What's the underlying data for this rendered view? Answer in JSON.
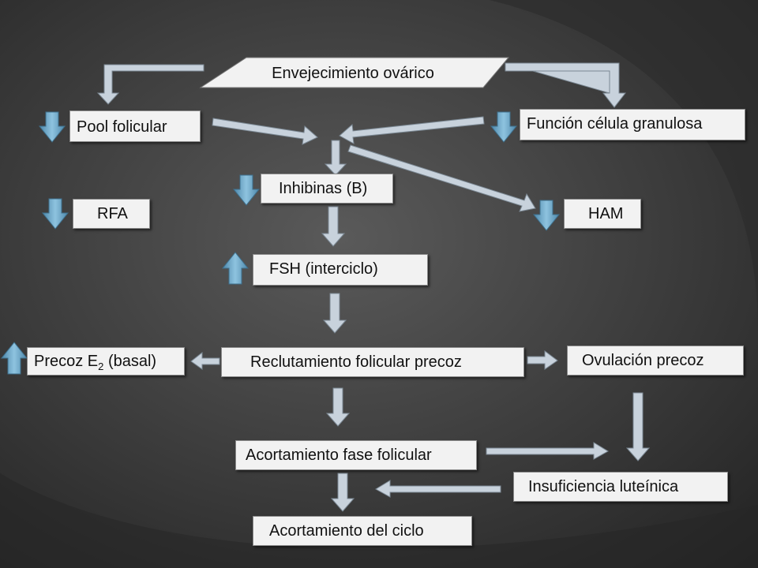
{
  "nodes": {
    "envejecimiento": "Envejecimiento ovárico",
    "pool": "Pool folicular",
    "granulosa": "Función célula granulosa",
    "inhibinas": "Inhibinas (B)",
    "rfa": "RFA",
    "ham": "HAM",
    "fsh": "FSH (interciclo)",
    "precoz_e2_main": "Precoz E",
    "precoz_e2_sub": "2",
    "precoz_e2_tail": " (basal)",
    "reclutamiento": "Reclutamiento folicular precoz",
    "ovulacion": "Ovulación precoz",
    "acortamiento_fase": "Acortamiento fase folicular",
    "insuficiencia": "Insuficiencia luteínica",
    "acortamiento_ciclo": "Acortamiento del ciclo"
  },
  "indicators": {
    "pool": "down",
    "granulosa": "down",
    "inhibinas": "down",
    "rfa": "down",
    "ham": "down",
    "fsh": "up",
    "precoz_e2": "up"
  },
  "colors": {
    "background": "#3a3a3a",
    "box_fill": "#f2f2f2",
    "arrow_fill": "#c8d2dc",
    "indicator_arrow": "#6aa6c8"
  }
}
